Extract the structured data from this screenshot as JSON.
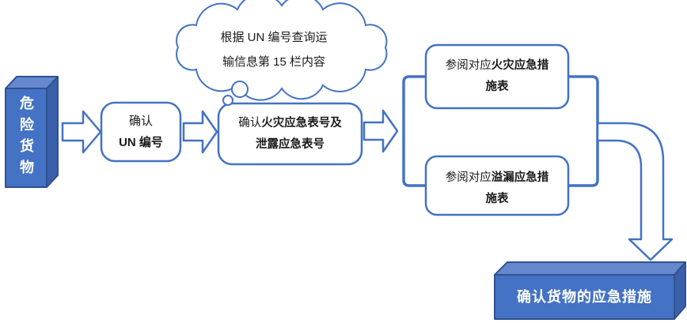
{
  "diagram": {
    "type": "flowchart",
    "palette": {
      "line_blue": "#4472C4",
      "box_front": "#4472C4",
      "box_top": "#6588CF",
      "box_side": "#3A60AC",
      "box_border": "#2F528F",
      "node_fill": "#FFFFFF",
      "text_dark": "#1A1A1A",
      "text_light": "#FFFFFF"
    },
    "nodes": {
      "start": {
        "label": "危险货物"
      },
      "confirm_un": {
        "line1": "确认",
        "line2": "UN 编号"
      },
      "cloud_note": {
        "line1": "根据 UN 编号查询运",
        "line2": "输信息第 15 栏内容"
      },
      "confirm_tables": {
        "line1_prefix": "确认",
        "line1_bold": "火灾应急表号及",
        "line2_bold": "泄露应急表号"
      },
      "fire_table": {
        "line1_prefix": "参阅对应",
        "line1_bold": "火灾应急措",
        "line2_bold": "施表"
      },
      "spill_table": {
        "line1_prefix": "参阅对应",
        "line1_bold": "溢漏应急措",
        "line2_bold": "施表"
      },
      "final": {
        "label": "确认货物的应急措施"
      }
    }
  }
}
